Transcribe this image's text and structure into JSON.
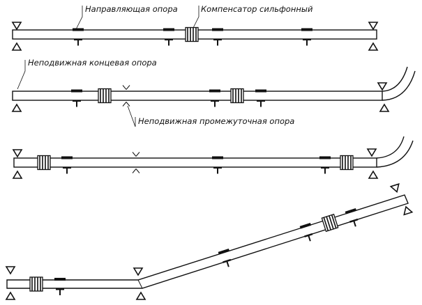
{
  "labels": {
    "guide_support": "Направляющая опора",
    "bellows_compensator": "Компенсатор сильфонный",
    "fixed_end_support": "Неподвижная концевая опора",
    "fixed_intermediate_support": "Неподвижная промежуточная опора"
  },
  "colors": {
    "line": "#111111",
    "background": "#ffffff"
  },
  "icons": [
    "fixed-end-support-triangle-icon",
    "guide-support-icon",
    "bellows-compensator-icon",
    "intermediate-fixed-support-icon"
  ]
}
